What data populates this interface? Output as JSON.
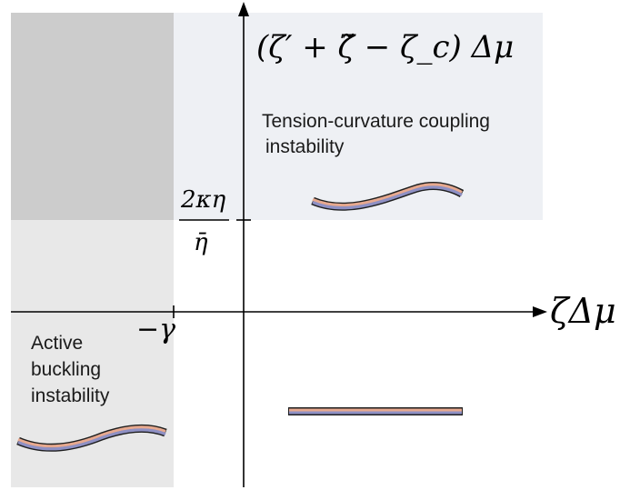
{
  "y_axis_label": "(ζ′ + ζ̃ − ζ_c) Δμ",
  "x_axis_label": "ζΔμ",
  "x_threshold_label": "−γ",
  "y_threshold_label": {
    "numerator": "2κη",
    "denominator": "η̄"
  },
  "regions": {
    "tension_curvature": {
      "label_line1": "Tension-curvature coupling",
      "label_line2": "instability"
    },
    "active_buckling": {
      "label_line1": "Active",
      "label_line2": "buckling",
      "label_line3": "instability"
    }
  },
  "colors": {
    "dark_region": "#cccccc",
    "light_region": "#e8e8e8",
    "tension_region": "#eef0f4",
    "membrane_top": "#e7a98f",
    "membrane_bottom": "#8e90c4",
    "axis": "#000000"
  }
}
